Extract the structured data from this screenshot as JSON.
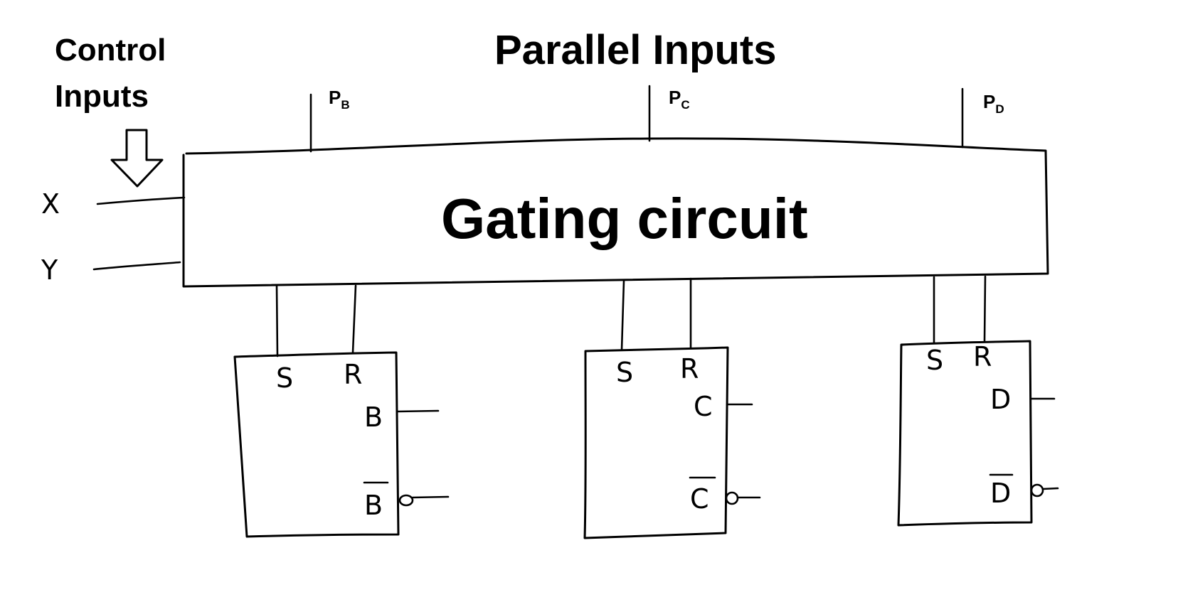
{
  "title": "Parallel Inputs",
  "control_label_line1": "Control",
  "control_label_line2": "Inputs",
  "gating_label": "Gating circuit",
  "control_inputs": [
    {
      "label": "X"
    },
    {
      "label": "Y"
    }
  ],
  "parallel_inputs": [
    {
      "main": "P",
      "sub": "B"
    },
    {
      "main": "P",
      "sub": "C"
    },
    {
      "main": "P",
      "sub": "D"
    }
  ],
  "flip_flops": [
    {
      "s": "S",
      "r": "R",
      "q": "B",
      "qbar": "B"
    },
    {
      "s": "S",
      "r": "R",
      "q": "C",
      "qbar": "C"
    },
    {
      "s": "S",
      "r": "R",
      "q": "D",
      "qbar": "D"
    }
  ],
  "icons": {
    "control_arrow": "down-arrow-icon",
    "inverted_output": "inversion-bubble-icon"
  }
}
